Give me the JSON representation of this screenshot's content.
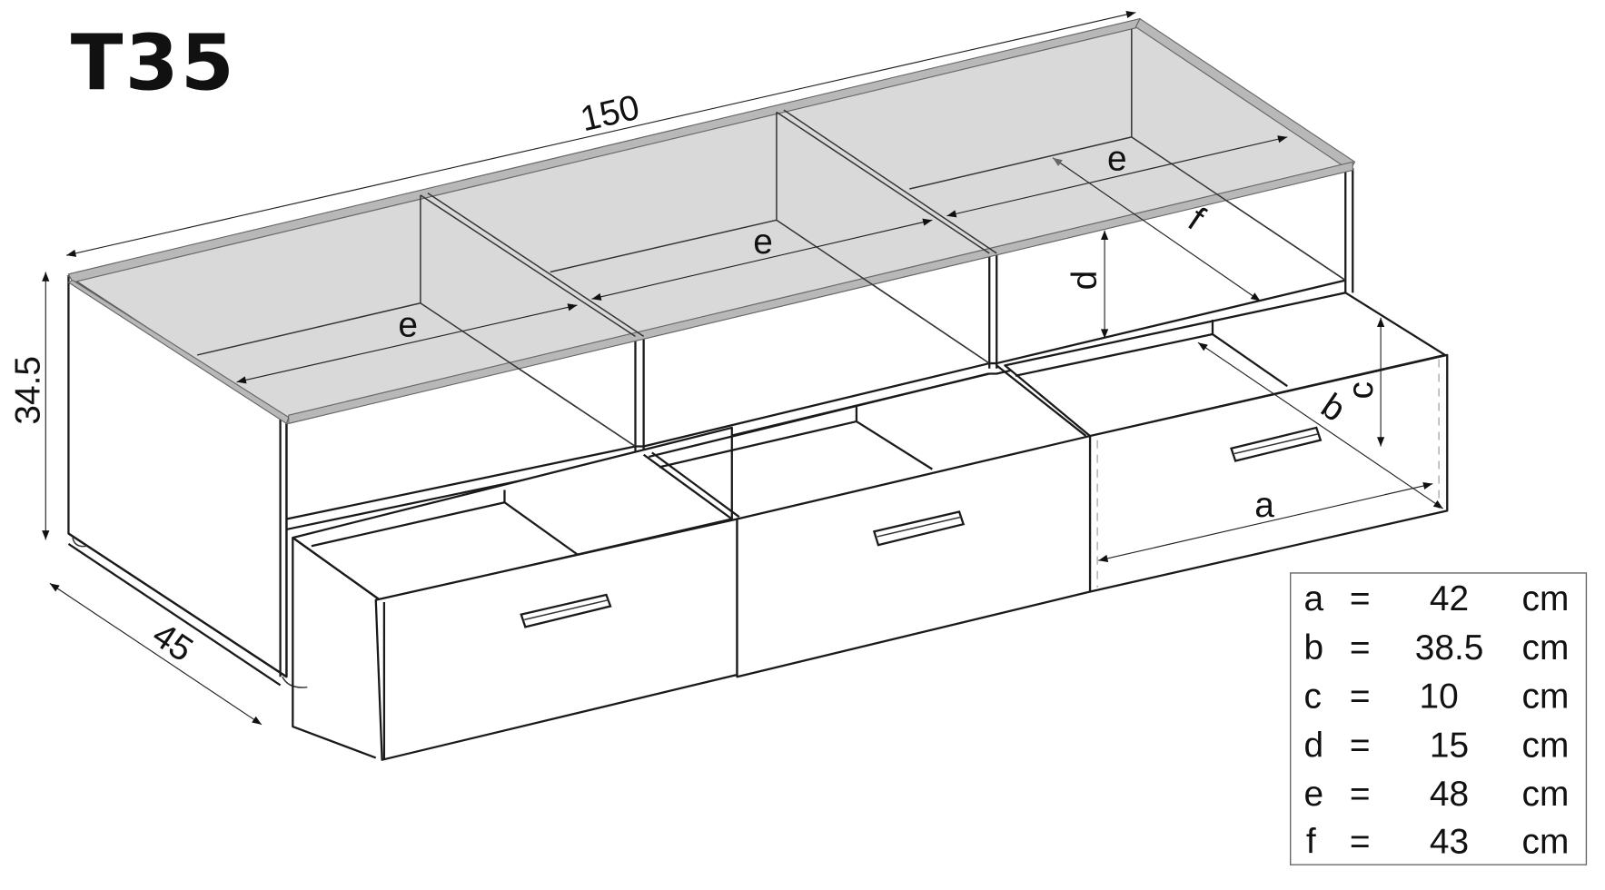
{
  "title": "T35",
  "dimensions": {
    "width": "150",
    "height": "34.5",
    "depth": "45"
  },
  "labels": {
    "e_left": "e",
    "e_middle": "e",
    "e_right": "e",
    "f": "f",
    "d": "d",
    "c": "c",
    "b": "b",
    "a": "a"
  },
  "legend": {
    "rows": [
      {
        "key": "a",
        "eq": "=",
        "value": "42",
        "unit": "cm"
      },
      {
        "key": "b",
        "eq": "=",
        "value": "38.5",
        "unit": "cm"
      },
      {
        "key": "c",
        "eq": "=",
        "value": "10",
        "unit": "cm"
      },
      {
        "key": "d",
        "eq": "=",
        "value": "15",
        "unit": "cm"
      },
      {
        "key": "e",
        "eq": "=",
        "value": "48",
        "unit": "cm"
      },
      {
        "key": "f",
        "eq": "=",
        "value": "43",
        "unit": "cm"
      }
    ]
  },
  "colors": {
    "glass": "#d9d9d9",
    "glass_rim": "#b8b8b8",
    "line": "#1a1a1a",
    "background": "#ffffff"
  }
}
